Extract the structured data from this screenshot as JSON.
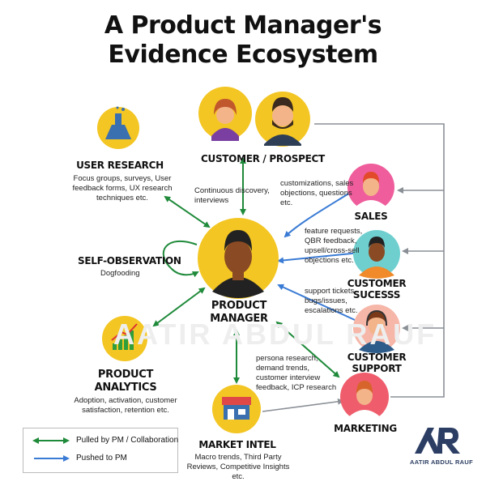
{
  "title": {
    "line1": "A Product Manager's",
    "line2": "Evidence Ecosystem"
  },
  "nodes": {
    "customer": {
      "label": "CUSTOMER / PROSPECT",
      "note": "Continuous discovery, interviews"
    },
    "user_research": {
      "label": "USER RESEARCH",
      "note": "Focus groups, surveys, User feedback forms, UX research techniques etc."
    },
    "self_observation": {
      "label": "SELF-OBSERVATION",
      "note": "Dogfooding"
    },
    "product_manager": {
      "label_line1": "PRODUCT",
      "label_line2": "MANAGER"
    },
    "product_analytics": {
      "label_line1": "PRODUCT",
      "label_line2": "ANALYTICS",
      "note": "Adoption, activation, customer satisfaction, retention etc."
    },
    "market_intel": {
      "label": "MARKET INTEL",
      "note": "Macro trends, Third Party Reviews, Competitive Insights etc."
    },
    "sales": {
      "label": "SALES",
      "note": "customizations, sales objections, questions etc."
    },
    "customer_success": {
      "label_line1": "CUSTOMER",
      "label_line2": "SUCESSS",
      "note": "feature requests, QBR feedback, upsell/cross-sell objections etc."
    },
    "customer_support": {
      "label_line1": "CUSTOMER",
      "label_line2": "SUPPORT",
      "note": "support tickets, bugs/issues, escalations etc."
    },
    "marketing": {
      "label": "MARKETING",
      "note": "persona research, demand trends, customer interview feedback, ICP research"
    }
  },
  "legend": {
    "pulled": "Pulled by PM / Collaboration",
    "pushed": "Pushed to PM"
  },
  "brand": {
    "name": "AATIR ABDUL RAUF",
    "watermark": "AATIR ABDUL RAUF"
  },
  "colors": {
    "pulled": "#1f8a3a",
    "pushed": "#3a7bd5",
    "gray": "#8a8f96",
    "circle_yellow": "#f3c623"
  }
}
